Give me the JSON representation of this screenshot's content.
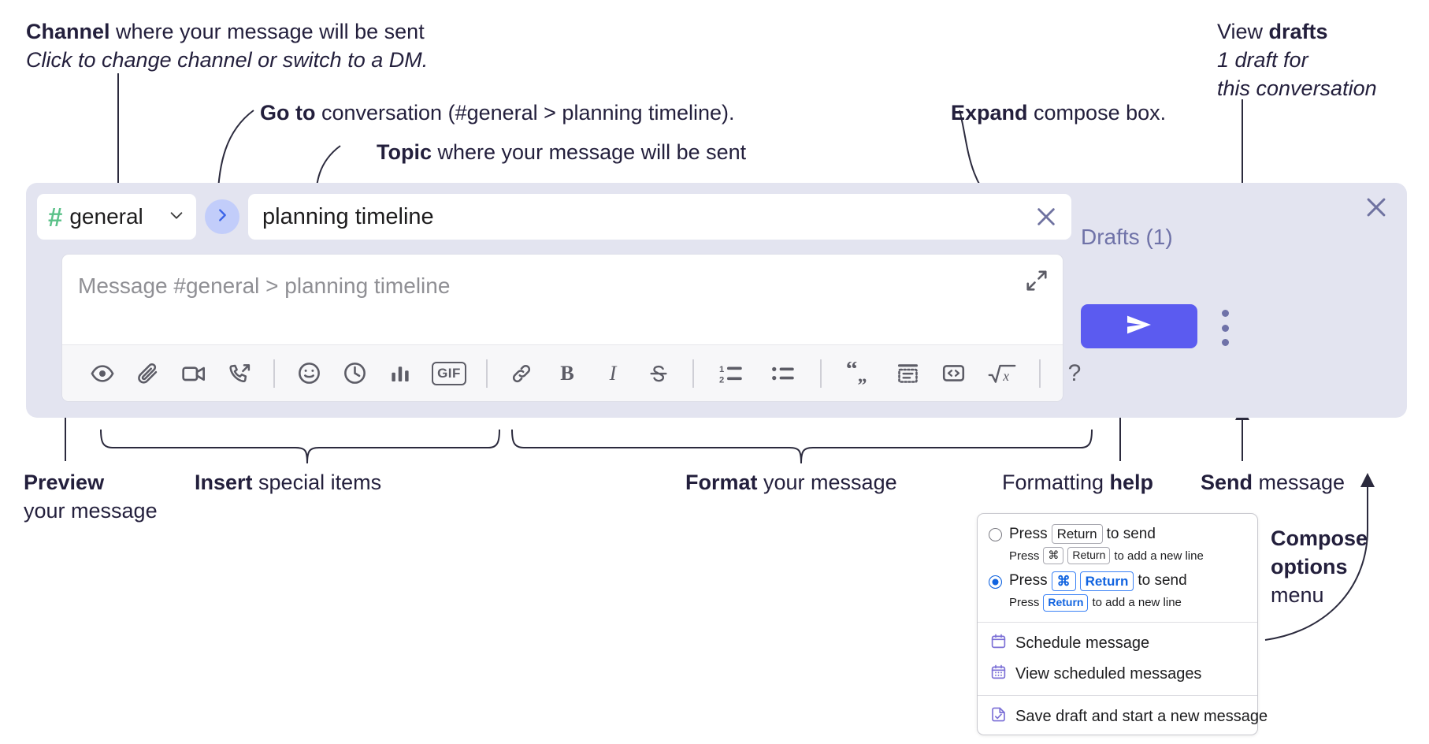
{
  "annotations": {
    "channel": {
      "bold": "Channel",
      "rest": " where your message will be sent",
      "italic": "Click to change channel or switch to a DM."
    },
    "goto": {
      "bold": "Go to",
      "rest": " conversation (#general > planning timeline)."
    },
    "topic": {
      "bold": "Topic",
      "rest": " where your message will be sent"
    },
    "expand": {
      "bold": "Expand",
      "rest": " compose box."
    },
    "drafts": {
      "normal": "View ",
      "bold": "drafts",
      "italic1": "1 draft for",
      "italic2": "this conversation"
    },
    "preview": {
      "bold": "Preview",
      "rest": "your message"
    },
    "insert": {
      "bold": "Insert",
      "rest": " special items"
    },
    "format": {
      "bold": "Format",
      "rest": " your message"
    },
    "help": {
      "normal": "Formatting ",
      "bold": "help"
    },
    "send": {
      "bold": "Send",
      "rest": " message"
    },
    "compose_options": {
      "bold1": "Compose",
      "bold2": "options",
      "rest": "menu"
    }
  },
  "compose": {
    "channel_name": "general",
    "channel_icon": "hash-icon",
    "goto_icon": "chevron-right-icon",
    "topic_value": "planning timeline",
    "topic_clear_icon": "close-icon",
    "message_placeholder": "Message #general > planning timeline",
    "expand_icon": "expand-diagonal-icon",
    "panel_close_icon": "close-icon",
    "drafts_label": "Drafts (1)",
    "send_icon": "send-paper-plane-icon",
    "kebab_icon": "more-vertical-icon",
    "toolbar": [
      {
        "name": "preview-icon",
        "label": "Preview"
      },
      {
        "name": "attachment-paperclip-icon",
        "label": "Attach file"
      },
      {
        "name": "video-camera-icon",
        "label": "Record video clip"
      },
      {
        "name": "phone-forward-icon",
        "label": "Record audio clip"
      },
      {
        "name": "divider",
        "label": ""
      },
      {
        "name": "emoji-smiley-icon",
        "label": "Emoji"
      },
      {
        "name": "clock-icon",
        "label": "Reminder"
      },
      {
        "name": "bar-chart-icon",
        "label": "Poll"
      },
      {
        "name": "gif-icon",
        "label": "GIF"
      },
      {
        "name": "divider",
        "label": ""
      },
      {
        "name": "link-icon",
        "label": "Link"
      },
      {
        "name": "bold-icon",
        "label": "Bold"
      },
      {
        "name": "italic-icon",
        "label": "Italic"
      },
      {
        "name": "strikethrough-icon",
        "label": "Strikethrough"
      },
      {
        "name": "divider",
        "label": ""
      },
      {
        "name": "ordered-list-icon",
        "label": "Ordered list"
      },
      {
        "name": "bulleted-list-icon",
        "label": "Bulleted list"
      },
      {
        "name": "divider",
        "label": ""
      },
      {
        "name": "blockquote-icon",
        "label": "Blockquote"
      },
      {
        "name": "code-block-icon",
        "label": "Code block"
      },
      {
        "name": "code-inline-icon",
        "label": "Code"
      },
      {
        "name": "math-sqrt-icon",
        "label": "Math"
      },
      {
        "name": "divider",
        "label": ""
      },
      {
        "name": "help-question-icon",
        "label": "Formatting help"
      }
    ]
  },
  "menu": {
    "option1": {
      "press": "Press",
      "key": "Return",
      "tail": "to send",
      "sub_press": "Press",
      "sub_key1": "⌘",
      "sub_key2": "Return",
      "sub_tail": "to add a new line",
      "selected": false
    },
    "option2": {
      "press": "Press",
      "key1": "⌘",
      "key2": "Return",
      "tail": "to send",
      "sub_press": "Press",
      "sub_key": "Return",
      "sub_tail": "to add a new line",
      "selected": true
    },
    "items": [
      {
        "label": "Schedule message",
        "icon": "calendar-icon"
      },
      {
        "label": "View scheduled messages",
        "icon": "calendar-grid-icon"
      },
      {
        "label": "Save draft and start a new message",
        "icon": "document-check-icon"
      }
    ]
  },
  "colors": {
    "panel_bg": "#e3e4f0",
    "accent_purple": "#5b5bf0",
    "channel_green": "#5bc189",
    "goto_blue": "#3a63e8",
    "drafts_text": "#6f72a8",
    "ink": "#231f3c"
  }
}
